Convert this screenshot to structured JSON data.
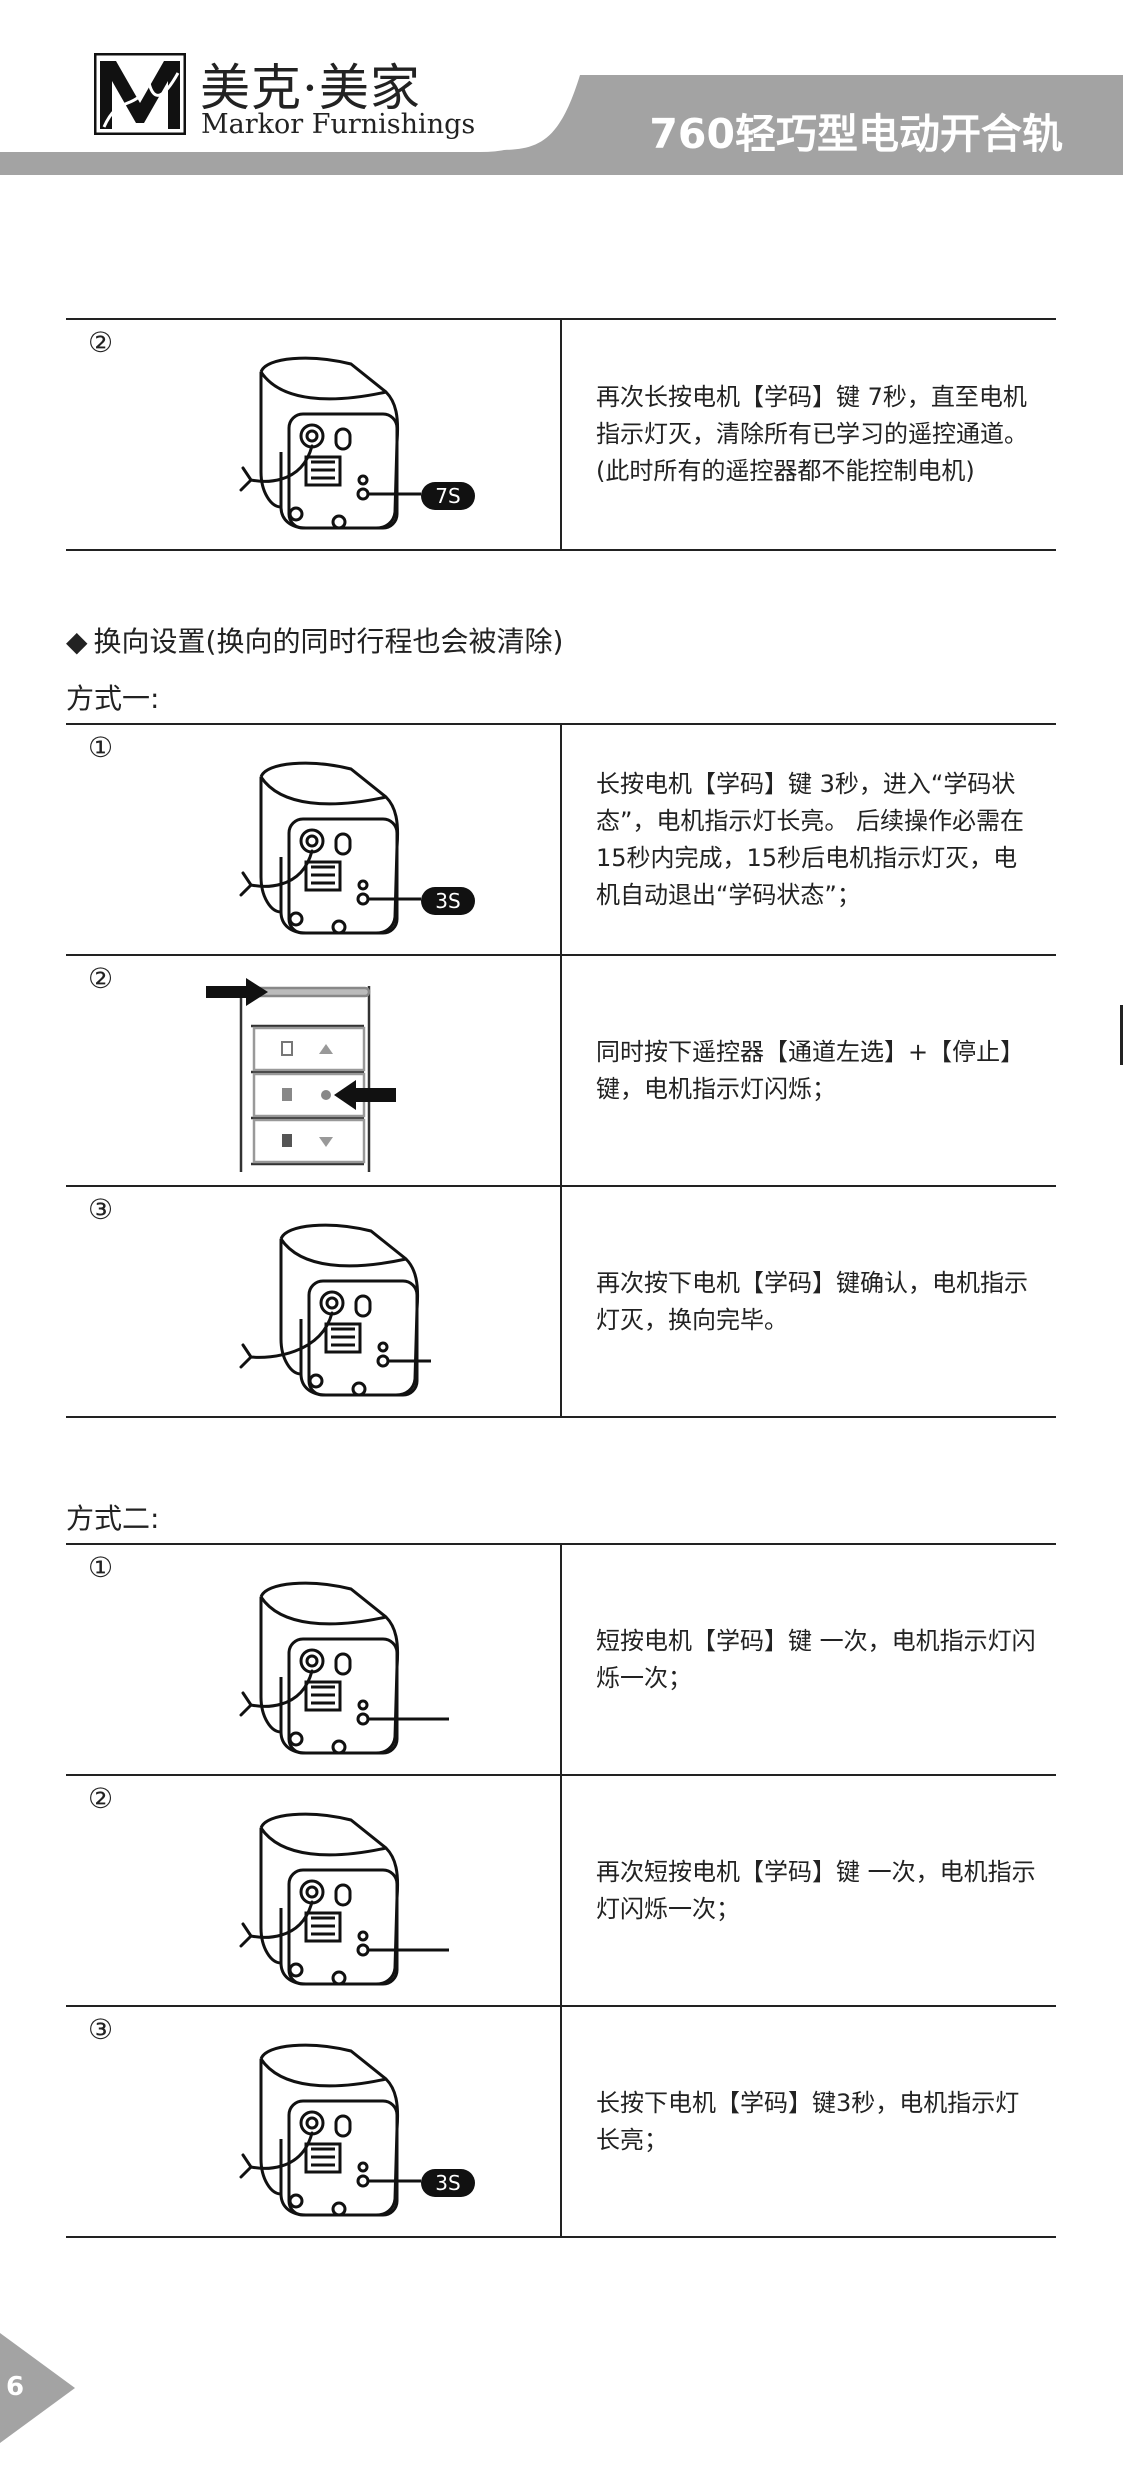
{
  "header": {
    "brand_cn": "美克·美家",
    "brand_en": "Markor Furnishings",
    "doc_title": "760轻巧型电动开合轨",
    "band_color": "#a3a3a3"
  },
  "top_table": {
    "rows": [
      {
        "num": "②",
        "badge": "7S",
        "text": "再次长按电机【学码】键 7秒，直至电机指示灯灭，清除所有已学习的遥控通道。(此时所有的遥控器都不能控制电机)"
      }
    ]
  },
  "section_reverse": {
    "title": "换向设置(换向的同时行程也会被清除)",
    "method1": "方式一:",
    "method2": "方式二:"
  },
  "method1_rows": [
    {
      "num": "①",
      "badge": "3S",
      "text": "长按电机【学码】键 3秒，进入“学码状态”，电机指示灯长亮。 后续操作必需在15秒内完成，15秒后电机指示灯灭，电机自动退出“学码状态”；"
    },
    {
      "num": "②",
      "text": "同时按下遥控器【通道左选】+【停止】键，电机指示灯闪烁；"
    },
    {
      "num": "③",
      "text": "再次按下电机【学码】键确认，电机指示灯灭，换向完毕。"
    }
  ],
  "method2_rows": [
    {
      "num": "①",
      "text": "短按电机【学码】键 一次，电机指示灯闪烁一次；"
    },
    {
      "num": "②",
      "text": "再次短按电机【学码】键 一次，电机指示灯闪烁一次；"
    },
    {
      "num": "③",
      "badge": "3S",
      "text": "长按下电机【学码】键3秒，电机指示灯长亮；"
    }
  ],
  "page": {
    "number": "6",
    "marker_color": "#a3a3a3"
  }
}
